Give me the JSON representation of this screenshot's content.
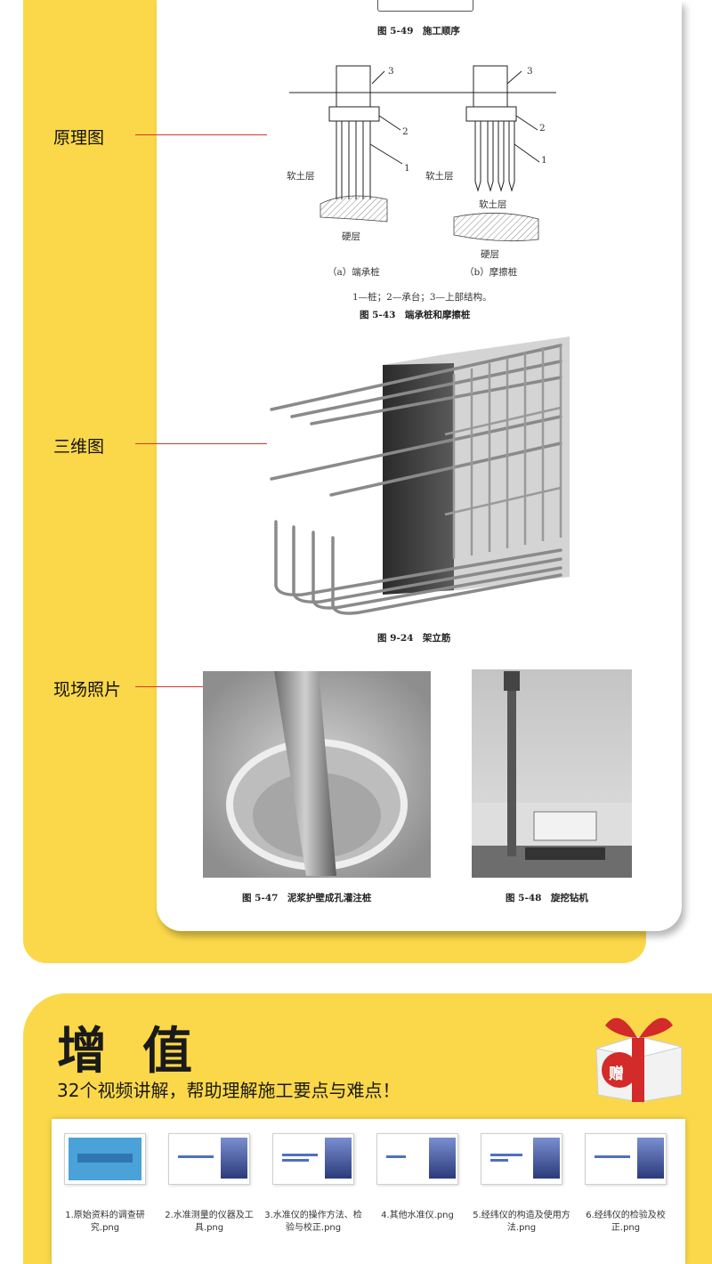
{
  "labels": {
    "principle": "原理图",
    "three_d": "三维图",
    "site_photo": "现场照片"
  },
  "figures": {
    "fig549": "图 5-49　施工顺序",
    "fig543": "图 5-43　端承桩和摩擦桩",
    "fig543_legend": "1—桩；2—承台；3—上部结构。",
    "fig543_a": "（a）端承桩",
    "fig543_b": "（b）摩擦桩",
    "soft_layer": "软土层",
    "hard_layer": "硬层",
    "fig924": "图 9-24　架立筋",
    "fig547": "图 5-47　泥浆护壁成孔灌注桩",
    "fig548": "图 5-48　旋挖钻机",
    "n1": "1",
    "n2": "2",
    "n3": "3"
  },
  "bonus": {
    "title": "增值",
    "subtitle": "32个视频讲解，帮助理解施工要点与难点！",
    "gift_char": "赠",
    "files": [
      {
        "name": "1.原始资料的调查研究.png"
      },
      {
        "name": "2.水准测量的仪器及工具.png"
      },
      {
        "name": "3.水准仪的操作方法、检验与校正.png"
      },
      {
        "name": "4.其他水准仪.png"
      },
      {
        "name": "5.经纬仪的构造及使用方法.png"
      },
      {
        "name": "6.经纬仪的检验及校正.png"
      }
    ]
  },
  "colors": {
    "yellow": "#fbd84a",
    "red_line": "#d9342b"
  }
}
